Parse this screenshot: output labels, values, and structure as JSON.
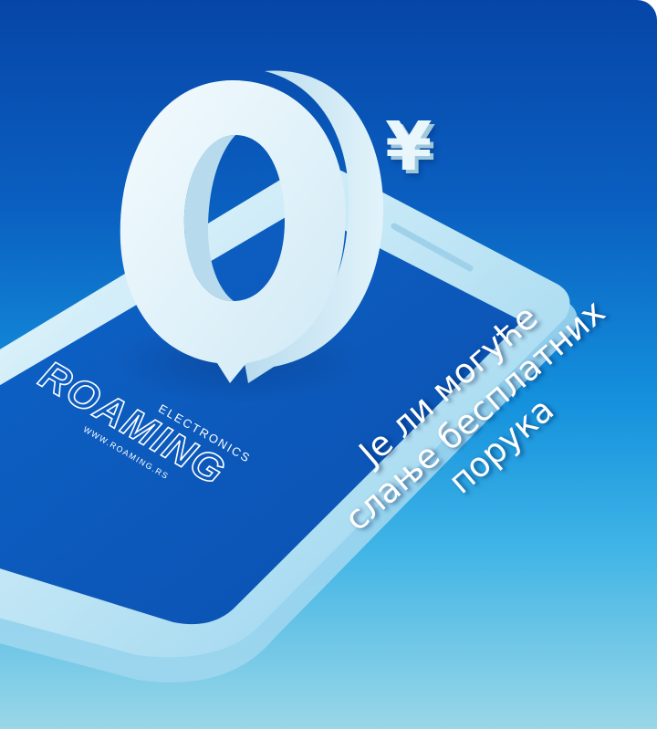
{
  "brand": {
    "logo_word": "ROAMING",
    "logo_subtitle": "ELECTRONICS",
    "logo_url": "WWW.ROAMING.RS"
  },
  "hero": {
    "big_digit": "0",
    "currency_symbol": "¥"
  },
  "caption": {
    "line1": "Је ли могуће",
    "line2": "слање бесплатних",
    "line3": "порука"
  },
  "colors": {
    "background_top": "#0646a8",
    "background_bottom": "#9ad7e7",
    "phone_body": "#d9f1fa",
    "phone_screen": "#0b5cc4",
    "pin": "#e6f4fb"
  }
}
